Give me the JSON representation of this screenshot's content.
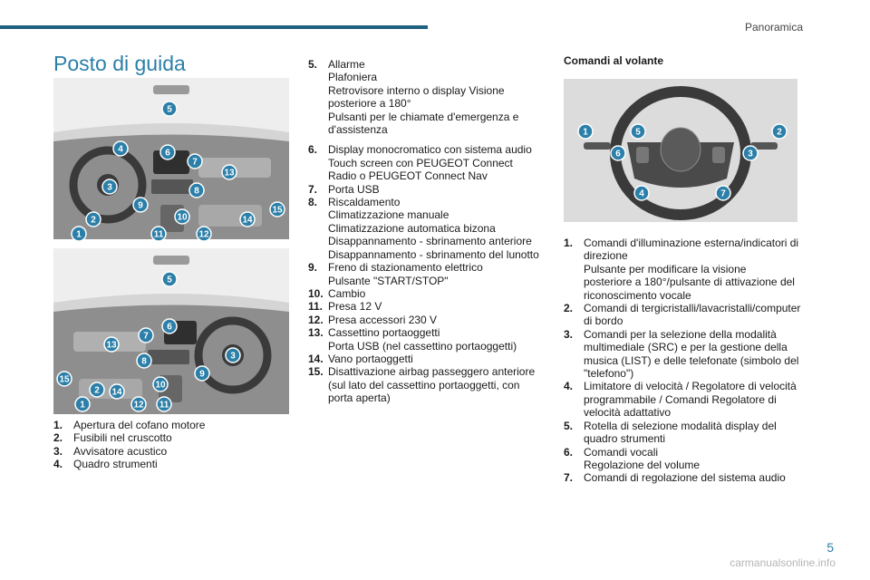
{
  "header": {
    "section": "Panoramica"
  },
  "title": "Posto di guida",
  "left_items": [
    {
      "num": "1.",
      "lines": [
        "Apertura del cofano motore"
      ]
    },
    {
      "num": "2.",
      "lines": [
        "Fusibili nel cruscotto"
      ]
    },
    {
      "num": "3.",
      "lines": [
        "Avvisatore acustico"
      ]
    },
    {
      "num": "4.",
      "lines": [
        "Quadro strumenti"
      ]
    }
  ],
  "middle_items": [
    {
      "num": "5.",
      "lines": [
        "Allarme",
        "Plafoniera",
        "Retrovisore interno o display Visione",
        "posteriore a 180°",
        "Pulsanti per le chiamate d'emergenza e",
        "d'assistenza"
      ]
    },
    {
      "num": "6.",
      "lines": [
        "Display monocromatico con sistema audio",
        "Touch screen con PEUGEOT Connect",
        "Radio o PEUGEOT Connect Nav"
      ]
    },
    {
      "num": "7.",
      "lines": [
        "Porta USB"
      ]
    },
    {
      "num": "8.",
      "lines": [
        "Riscaldamento",
        "Climatizzazione manuale",
        "Climatizzazione automatica bizona",
        "Disappannamento - sbrinamento anteriore",
        "Disappannamento - sbrinamento del lunotto"
      ]
    },
    {
      "num": "9.",
      "lines": [
        "Freno di stazionamento elettrico",
        "Pulsante \"START/STOP\""
      ]
    },
    {
      "num": "10.",
      "lines": [
        "Cambio"
      ]
    },
    {
      "num": "11.",
      "lines": [
        "Presa 12 V"
      ]
    },
    {
      "num": "12.",
      "lines": [
        "Presa accessori 230 V"
      ]
    },
    {
      "num": "13.",
      "lines": [
        "Cassettino portaoggetti",
        "Porta USB (nel cassettino portaoggetti)"
      ]
    },
    {
      "num": "14.",
      "lines": [
        "Vano portaoggetti"
      ]
    },
    {
      "num": "15.",
      "lines": [
        "Disattivazione airbag passeggero anteriore",
        "(sul lato del cassettino portaoggetti, con",
        "porta aperta)"
      ]
    }
  ],
  "steering": {
    "heading": "Comandi al volante",
    "items": [
      {
        "num": "1.",
        "lines": [
          "Comandi d'illuminazione esterna/indicatori di",
          "direzione",
          "Pulsante per modificare la visione",
          "posteriore a 180°/pulsante di attivazione del",
          "riconoscimento vocale"
        ]
      },
      {
        "num": "2.",
        "lines": [
          "Comandi di tergicristalli/lavacristalli/computer",
          "di bordo"
        ]
      },
      {
        "num": "3.",
        "lines": [
          "Comandi per la selezione della modalità",
          "multimediale (SRC) e per la gestione della",
          "musica (LIST) e delle telefonate (simbolo del",
          "\"telefono\")"
        ]
      },
      {
        "num": "4.",
        "lines": [
          "Limitatore di velocità / Regolatore di velocità",
          "programmabile / Comandi Regolatore di",
          "velocità adattativo"
        ]
      },
      {
        "num": "5.",
        "lines": [
          "Rotella di selezione modalità display del",
          "quadro strumenti"
        ]
      },
      {
        "num": "6.",
        "lines": [
          "Comandi vocali",
          "Regolazione del volume"
        ]
      },
      {
        "num": "7.",
        "lines": [
          "Comandi di regolazione del sistema audio"
        ]
      }
    ]
  },
  "badges": {
    "img1": [
      "5",
      "4",
      "6",
      "7",
      "13",
      "3",
      "8",
      "9",
      "2",
      "10",
      "14",
      "15",
      "1",
      "11",
      "12"
    ],
    "img2": [
      "5",
      "6",
      "7",
      "13",
      "3",
      "8",
      "9",
      "15",
      "2",
      "14",
      "10",
      "1",
      "12",
      "11"
    ],
    "img3": [
      "1",
      "5",
      "2",
      "6",
      "3",
      "4",
      "7"
    ]
  },
  "page_number": "5",
  "watermark": "carmanualsonline.info",
  "colors": {
    "accent": "#2b7fa8",
    "bar": "#1f5f80"
  }
}
